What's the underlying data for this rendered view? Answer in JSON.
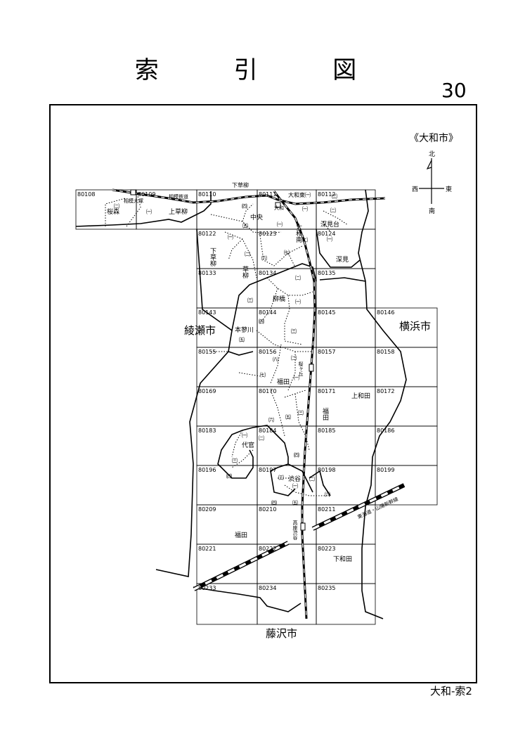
{
  "page": {
    "title": "索 引 図",
    "number": "30",
    "footer": "大和-索2",
    "city": "《大和市》"
  },
  "compass": {
    "n": "北",
    "s": "南",
    "e": "東",
    "w": "西"
  },
  "cells": [
    "80108",
    "80109",
    "80110",
    "80111",
    "80112",
    "80122",
    "80123",
    "80124",
    "80133",
    "80134",
    "80135",
    "80143",
    "80144",
    "80145",
    "80146",
    "80155",
    "80156",
    "80157",
    "80158",
    "80169",
    "80170",
    "80171",
    "80172",
    "80183",
    "80184",
    "80185",
    "80186",
    "80196",
    "80197",
    "80198",
    "80199",
    "80209",
    "80210",
    "80211",
    "80221",
    "80222",
    "80223",
    "80233",
    "80234",
    "80235"
  ],
  "cities": {
    "ayase": "綾瀬市",
    "yokohama": "横浜市",
    "fujisawa": "藤沢市"
  },
  "places": {
    "shimosoyagi_top": "下草柳",
    "yamatohigashi": "大和東",
    "sakuramori": "桜森",
    "kamisoyagi": "上草柳",
    "chuo": "中央",
    "fukamidai": "深見台",
    "fukami": "深見",
    "yamato_minami": "大和南",
    "shimosoyagi": "下草柳",
    "soyagi": "草柳",
    "yanagibashi": "柳橋",
    "hondegawa": "本蓼川",
    "sakuragaoka": "桜ヶ丘",
    "fukuda": "福田",
    "kamiwada": "上和田",
    "fukuda2": "福田",
    "daikan": "代官",
    "shibuya": "渋谷",
    "fukuda3": "福田",
    "shimowada": "下和田",
    "koza_shibuya": "高座渋谷",
    "sotetsu": "相模鉄道",
    "sagami_yamato": "相模大塚",
    "yamato_st": "大和",
    "shinkansen": "東海道・山陽新幹線"
  },
  "chome": {
    "c1": "㈡",
    "c2": "㈠",
    "c3": "㈢",
    "c4": "㈣",
    "c5": "㈤",
    "c6": "㈥",
    "c7": "㈦",
    "c8": "㈧"
  }
}
